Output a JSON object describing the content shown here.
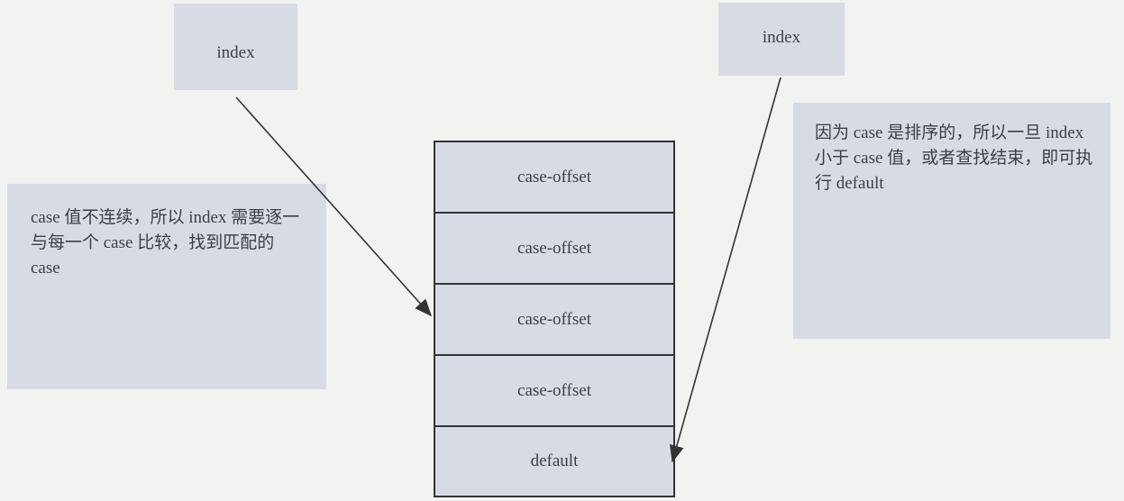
{
  "index_left": "index",
  "index_right": "index",
  "note_left": "case 值不连续，所以 index 需要逐一与每一个 case 比较，找到匹配的 case",
  "note_right": "因为 case 是排序的，所以一旦 index 小于 case 值，或者查找结束，即可执行 default",
  "table": [
    "case-offset",
    "case-offset",
    "case-offset",
    "case-offset",
    "default"
  ]
}
